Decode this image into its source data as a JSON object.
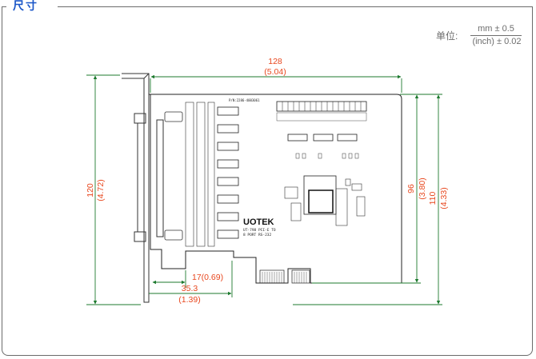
{
  "header": {
    "title": "尺寸"
  },
  "units": {
    "label": "单位:",
    "numerator": "mm ± 0.5",
    "denominator": "(inch) ± 0.02"
  },
  "dimensions": {
    "width_total": {
      "mm": "128",
      "inch": "(5.04)"
    },
    "height_total": {
      "mm": "120",
      "inch": "(4.72)"
    },
    "height_board": {
      "mm": "96",
      "inch": "(3.80)"
    },
    "height_full": {
      "mm": "110",
      "inch": "(4.33)"
    },
    "bracket_offset": {
      "text": "17(0.69)"
    },
    "bracket_width": {
      "mm": "35.3",
      "inch": "(1.39)"
    }
  },
  "board": {
    "brand": "UOTEK",
    "model_line1": "UT-798 PCI-E TO",
    "model_line2": "8 PORT RS-232",
    "part_number": "P/N:2286-4003061"
  },
  "colors": {
    "dimension": "#e8471e",
    "line": "#1d7a2e",
    "title": "#1a56c8"
  }
}
